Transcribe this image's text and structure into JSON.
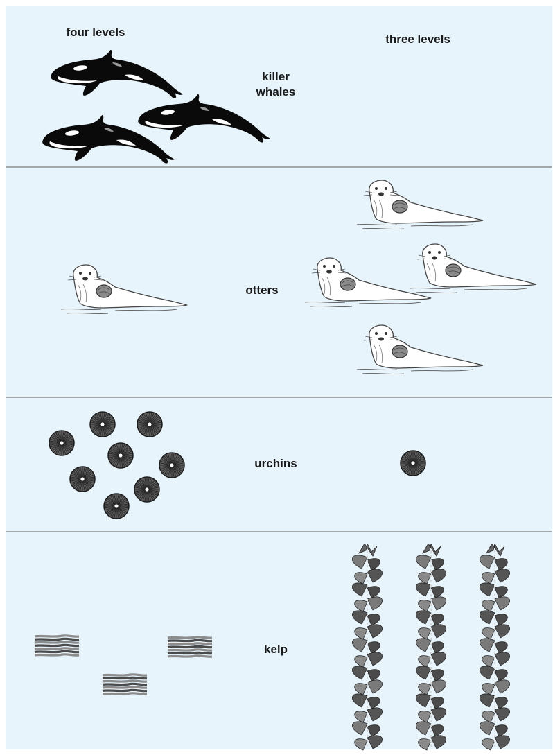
{
  "columns": {
    "left": "four levels",
    "right": "three levels"
  },
  "levels": [
    {
      "id": "killer-whales",
      "label_line1": "killer",
      "label_line2": "whales",
      "four_levels_count": 3,
      "three_levels_count": 0
    },
    {
      "id": "otters",
      "label": "otters",
      "four_levels_count": 1,
      "three_levels_count": 4
    },
    {
      "id": "urchins",
      "label": "urchins",
      "four_levels_count": 8,
      "three_levels_count": 1
    },
    {
      "id": "kelp",
      "label": "kelp",
      "four_levels_count": 3,
      "three_levels_count": 3
    }
  ],
  "colors": {
    "background": "#e7f4fc",
    "divider": "#a4a8ab",
    "text": "#1a1a1a"
  },
  "icons": [
    "killer-whale-icon",
    "sea-otter-icon",
    "sea-urchin-icon",
    "kelp-clump-icon",
    "kelp-stalk-icon"
  ]
}
